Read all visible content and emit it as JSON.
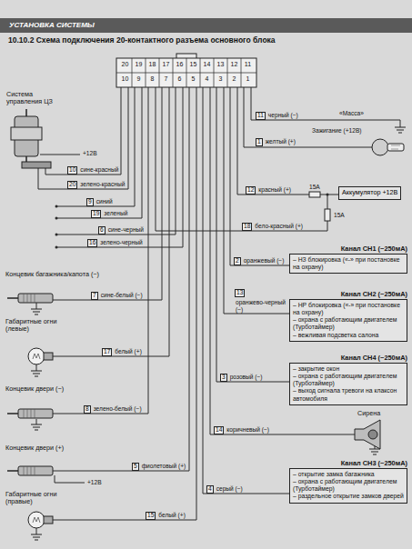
{
  "diagram": {
    "title": "10.10.2 Схема подключения 20-контактного разъема основного блока",
    "nodes": [
      {
        "text": [
          "Аккумулятор +12В"
        ]
      },
      {
        "text": [
          "Канал CH1 (~250мА)",
          "– НЗ блокировка («-» при постановке на охрану)"
        ]
      },
      {
        "text": [
          "Канал CH2 (~250мА)",
          "– НР блокировка («-» при постановке на охрану)",
          "– охрана с работающим двигателем (Турботаймер)",
          "– вежливая подсветка салона"
        ]
      },
      {
        "text": [
          "Канал CH4 (~250мА)",
          "– закрытие окон",
          "– охрана с работающим двигателем (Турботаймер)",
          "– выход сигнала тревоги на клаксон автомобиля"
        ]
      },
      {
        "text": [
          "Канал CH3 (~250мА)",
          "– открытие замка багажника",
          "– охрана с работающим двигателем (Турботаймер)",
          "– раздельное открытие замков дверей"
        ]
      }
    ],
    "labels": [
      "УСТАНОВКА СИСТЕМЫ",
      "20",
      "19",
      "18",
      "17",
      "16",
      "15",
      "14",
      "13",
      "12",
      "11",
      "10",
      "9",
      "8",
      "7",
      "6",
      "5",
      "4",
      "3",
      "2",
      "1",
      "Система управления ЦЗ",
      "+12В",
      "10",
      "сине-красный",
      "20",
      "зелено-красный",
      "9",
      "синий",
      "19",
      "зеленый",
      "6",
      "сине-черный",
      "16",
      "зелено-черный",
      "11",
      "черный (−)",
      "«Масса»",
      "Зажигание (+12В)",
      "1",
      "желтый (+)",
      "15А",
      "15А",
      "12",
      "красный (+)",
      "18",
      "бело-красный (+)",
      "2",
      "оранжевый (−)",
      "13",
      "оранжево-черный (−)",
      "Концевик багажника/капота (−)",
      "7",
      "сине-белый (−)",
      "Габаритные огни (левые)",
      "17",
      "белый (+)",
      "3",
      "розовый (−)",
      "Концевик двери (−)",
      "8",
      "зелено-белый (−)",
      "Сирена",
      "14",
      "коричневый (−)",
      "Концевик двери (+)",
      "+12В",
      "5",
      "фиолетовый (+)",
      "Габаритные огни (правые)",
      "4",
      "серый (−)",
      "15",
      "белый (+)"
    ]
  }
}
